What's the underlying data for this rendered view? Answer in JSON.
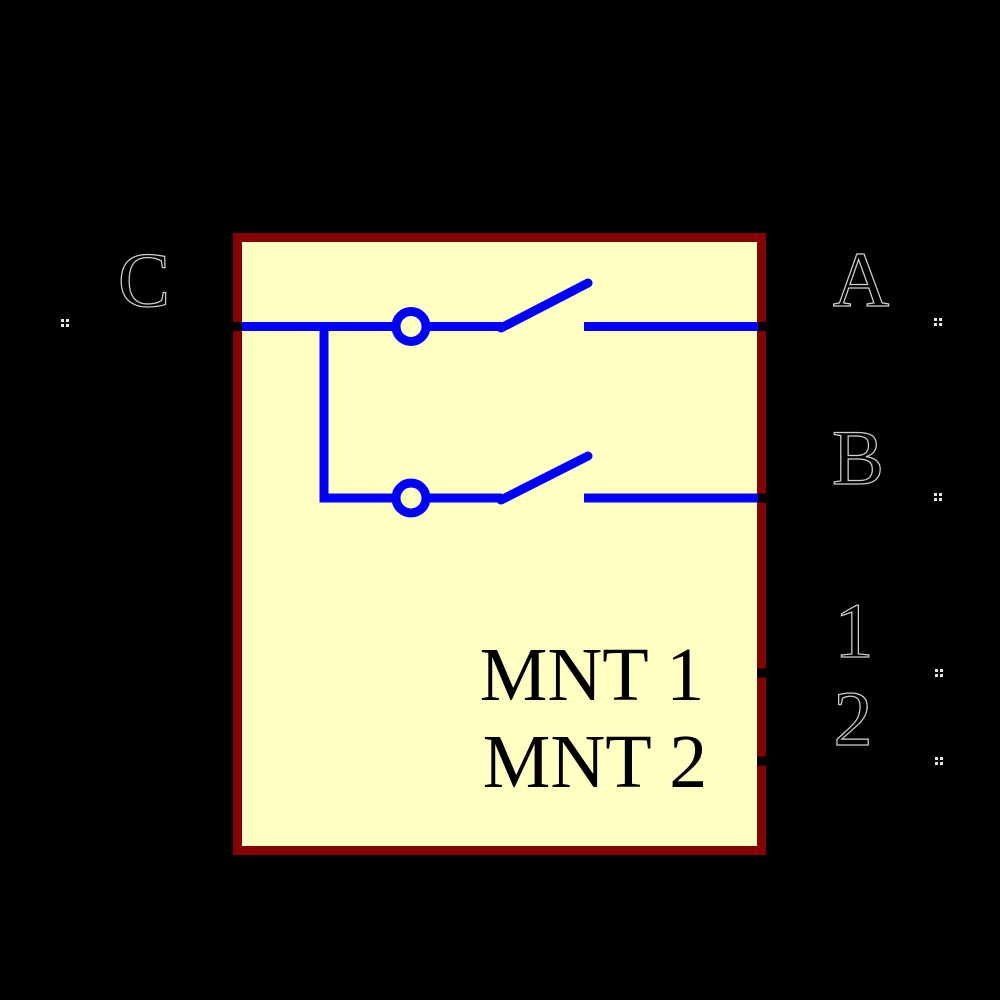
{
  "window": {
    "background_color": "#000000"
  },
  "symbol": {
    "kind": "schematic-relay-switch-symbol",
    "body": {
      "fill_color": "#FFFFC2",
      "outline_color": "#850000",
      "graphics_color": "#0000FF",
      "pin_color": "#000000"
    },
    "pins": [
      {
        "name": "C",
        "side": "left"
      },
      {
        "name": "A",
        "side": "right"
      },
      {
        "name": "B",
        "side": "right"
      },
      {
        "name": "1",
        "side": "right"
      },
      {
        "name": "2",
        "side": "right"
      }
    ],
    "internal_labels": [
      {
        "text": "MNT 1"
      },
      {
        "text": "MNT 2"
      }
    ],
    "graphics": {
      "switch_count": 2,
      "switch_style": "open-contact-with-circle-pivot"
    }
  }
}
